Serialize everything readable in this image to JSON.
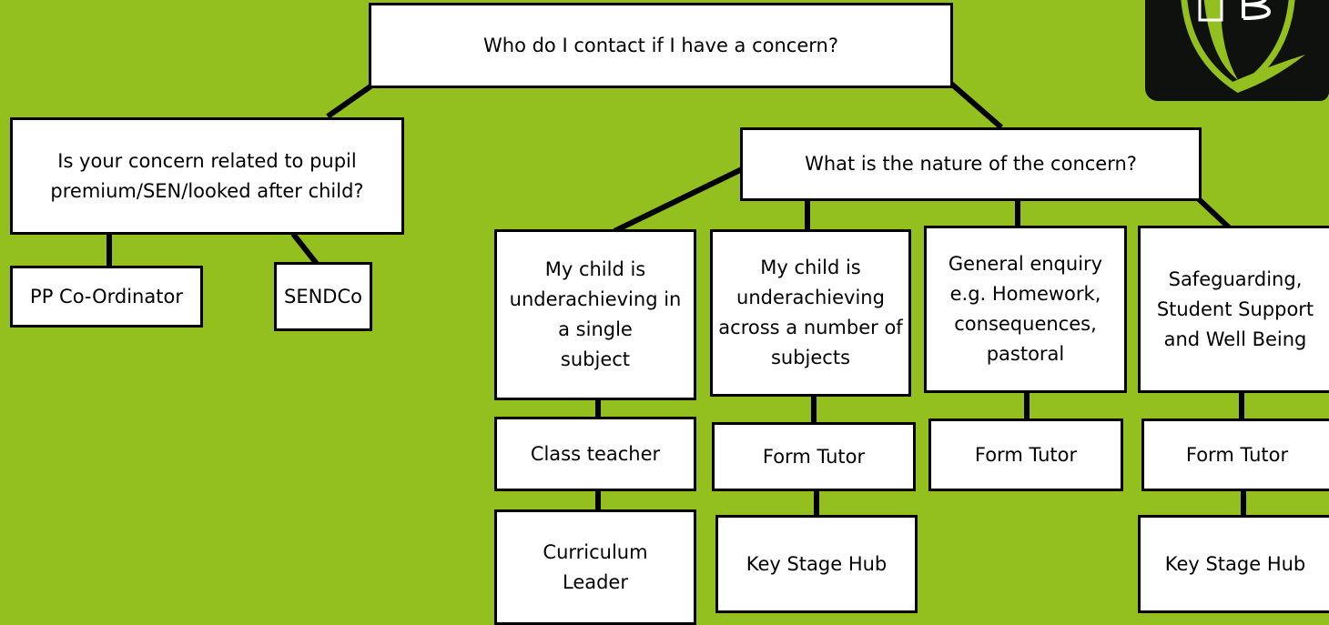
{
  "diagram": {
    "root": "Who do I contact if I have a concern?",
    "left_question": "Is your concern related to pupil\npremium/SEN/looked after child?",
    "left_options": [
      "PP Co-Ordinator",
      "SENDCo"
    ],
    "right_question": "What is the nature of the concern?",
    "categories": [
      "My child is\nunderachieving in\na single\nsubject",
      "My child is\nunderachieving\nacross a number of\nsubjects",
      "General enquiry\ne.g. Homework,\nconsequences,\npastoral",
      "Safeguarding,\nStudent Support\nand Well Being"
    ],
    "contacts": {
      "single_subject": [
        "Class teacher",
        "Curriculum\nLeader"
      ],
      "multiple_subjects": [
        "Form Tutor",
        "Key Stage Hub"
      ],
      "general_enquiry": [
        "Form Tutor"
      ],
      "safeguarding": [
        "Form Tutor",
        "Key Stage Hub"
      ]
    }
  },
  "logo": {
    "icon": "school-crest-logo-icon",
    "background": "#0f110f",
    "accent": "#93c01f"
  },
  "colors": {
    "background": "#93c01f",
    "box_fill": "#ffffff",
    "border": "#000000"
  }
}
